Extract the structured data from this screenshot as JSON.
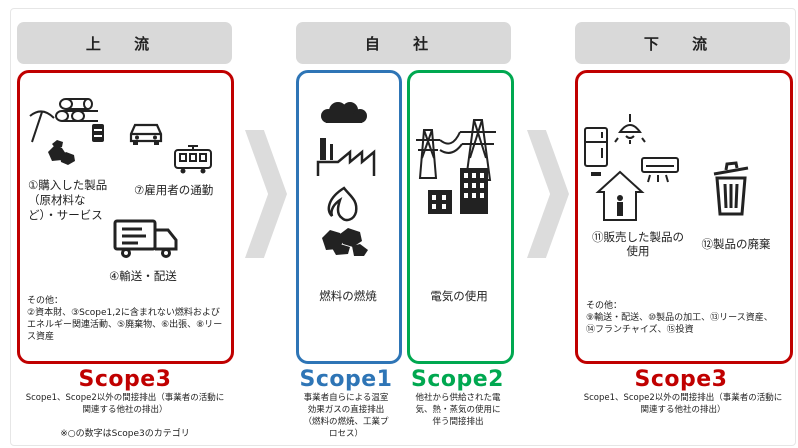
{
  "headers": {
    "upstream": "上 流",
    "own": "自 社",
    "downstream": "下 流"
  },
  "upstream": {
    "item_1": "①購入した製品（原材料など）・サービス",
    "item_7": "⑦雇用者の通勤",
    "item_4": "④輸送・配送",
    "others_label": "その他：",
    "others_text": "②資本財、③Scope1,2に含まれない燃料およびエネルギー関連活動、⑤廃棄物、⑥出張、⑧リース資産"
  },
  "own": {
    "fuel_label": "燃料の燃焼",
    "electricity_label": "電気の使用"
  },
  "downstream": {
    "item_11": "⑪販売した製品の使用",
    "item_12": "⑫製品の廃棄",
    "others_label": "その他：",
    "others_text": "⑨輸送・配送、⑩製品の加工、⑬リース資産、⑭フランチャイズ、⑮投資"
  },
  "scopes": {
    "scope3_left": {
      "label": "Scope3",
      "desc": "Scope1、Scope2以外の間接排出（事業者の活動に関連する他社の排出）"
    },
    "scope1": {
      "label": "Scope1",
      "desc": "事業者自らによる温室効果ガスの直接排出（燃料の燃焼、工業プロセス）"
    },
    "scope2": {
      "label": "Scope2",
      "desc": "他社から供給された電気、熱・蒸気の使用に伴う間接排出"
    },
    "scope3_right": {
      "label": "Scope3",
      "desc": "Scope1、Scope2以外の間接排出（事業者の活動に関連する他社の排出）"
    }
  },
  "footnote": "※○の数字はScope3のカテゴリ",
  "colors": {
    "scope3": "#c00000",
    "scope1": "#2e75b6",
    "scope2": "#00a850",
    "header_bg": "#d9d9d9"
  }
}
